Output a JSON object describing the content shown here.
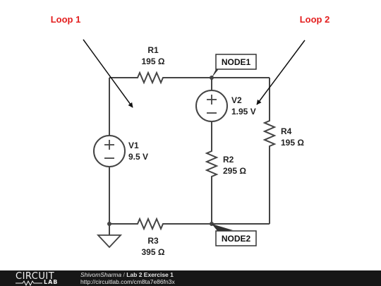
{
  "loops": {
    "loop1": "Loop 1",
    "loop2": "Loop 2"
  },
  "components": {
    "r1": {
      "name": "R1",
      "value": "195 Ω"
    },
    "r2": {
      "name": "R2",
      "value": "295 Ω"
    },
    "r3": {
      "name": "R3",
      "value": "395 Ω"
    },
    "r4": {
      "name": "R4",
      "value": "195 Ω"
    },
    "v1": {
      "name": "V1",
      "value": "9.5 V"
    },
    "v2": {
      "name": "V2",
      "value": "1.95 V"
    }
  },
  "nodes": {
    "node1": "NODE1",
    "node2": "NODE2"
  },
  "colors": {
    "wire": "#444444",
    "annotation": "#e31e1e",
    "footer_bg": "#171717"
  },
  "footer": {
    "logo_top": "CIRCUIT",
    "logo_bottom": "LAB",
    "author": "ShivomSharma",
    "separator": "/",
    "title": "Lab 2 Exercise 1",
    "url": "http://circuitlab.com/cm8ta7e86fn3x"
  }
}
